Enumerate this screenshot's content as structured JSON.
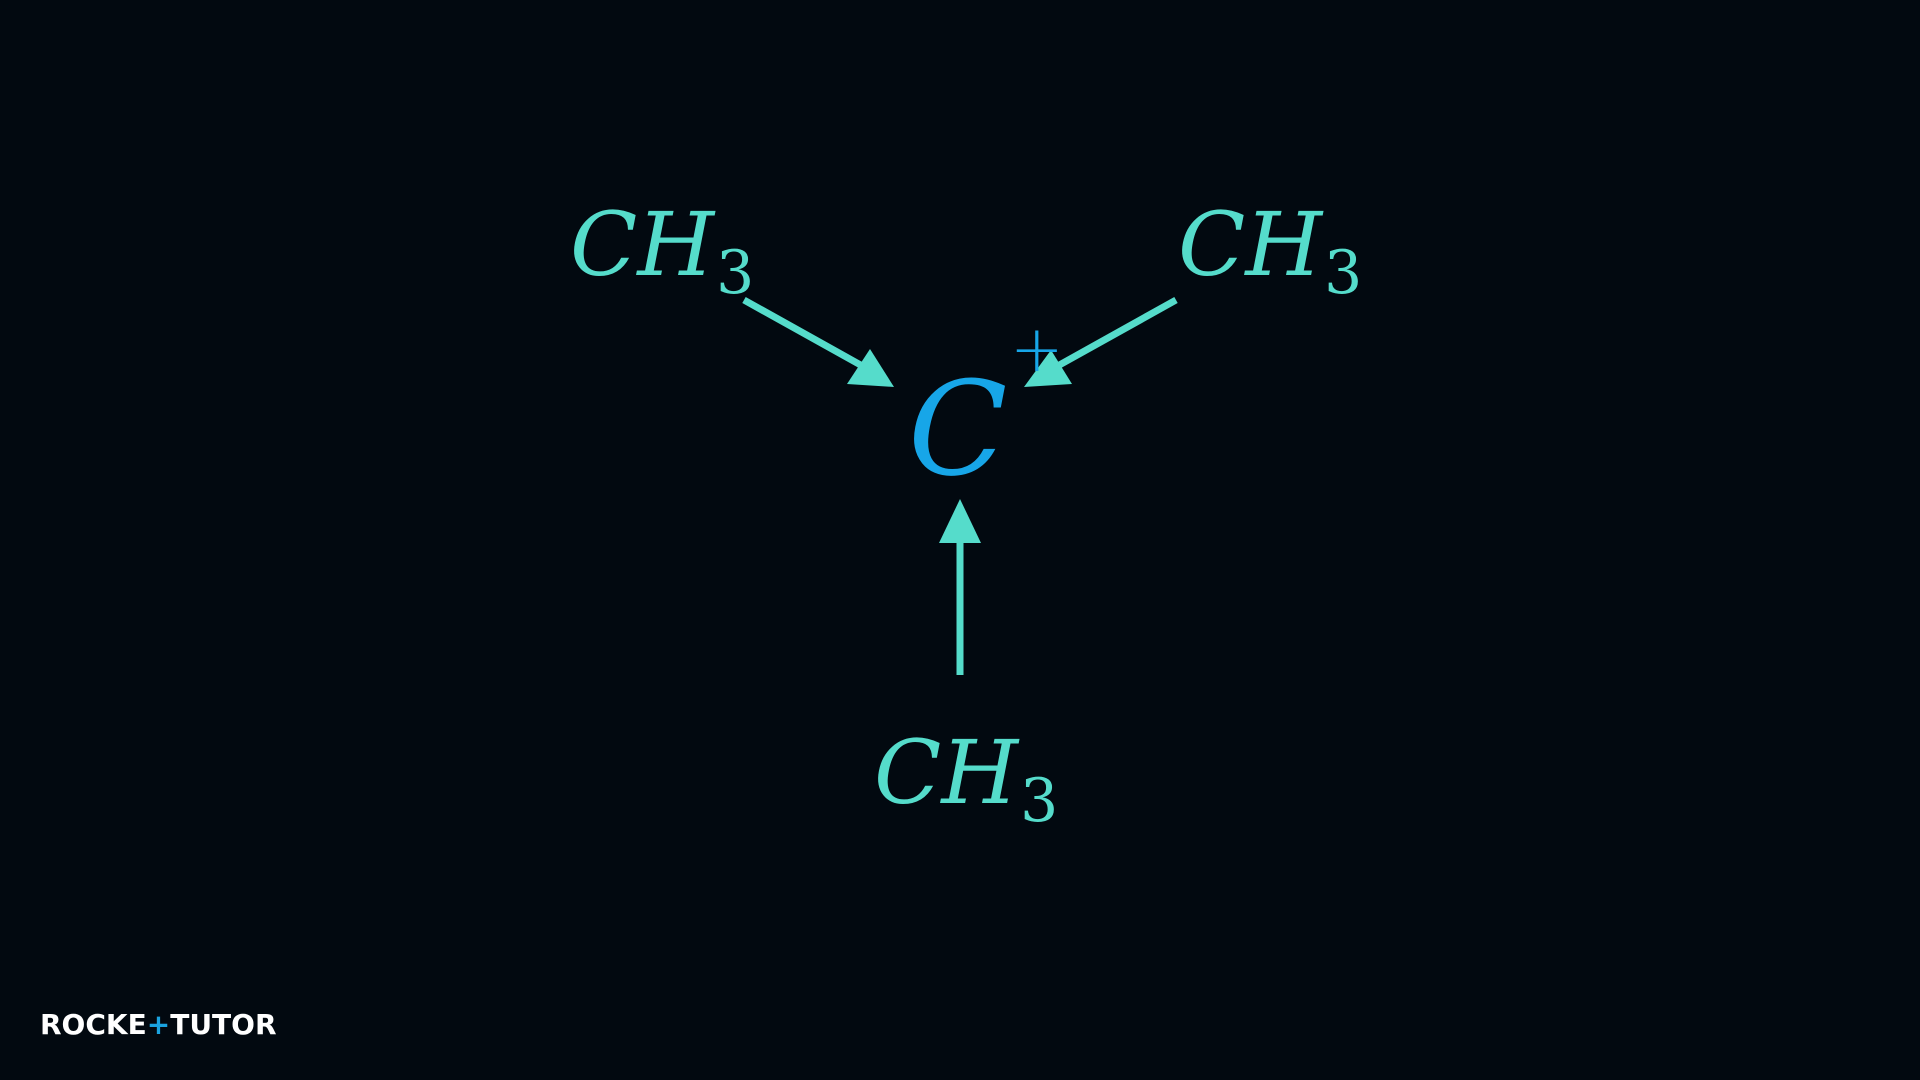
{
  "diagram": {
    "center_atom": "C",
    "center_charge": "+",
    "substituents": [
      {
        "group": "CH",
        "subscript": "3"
      },
      {
        "group": "CH",
        "subscript": "3"
      },
      {
        "group": "CH",
        "subscript": "3"
      }
    ],
    "colors": {
      "background": "#020910",
      "substituent": "#55dccb",
      "center": "#17a6e8",
      "arrow": "#55dccb"
    }
  },
  "logo": {
    "part1": "ROCKE",
    "part2": "+",
    "part3": "TUTO",
    "part4": "R"
  }
}
